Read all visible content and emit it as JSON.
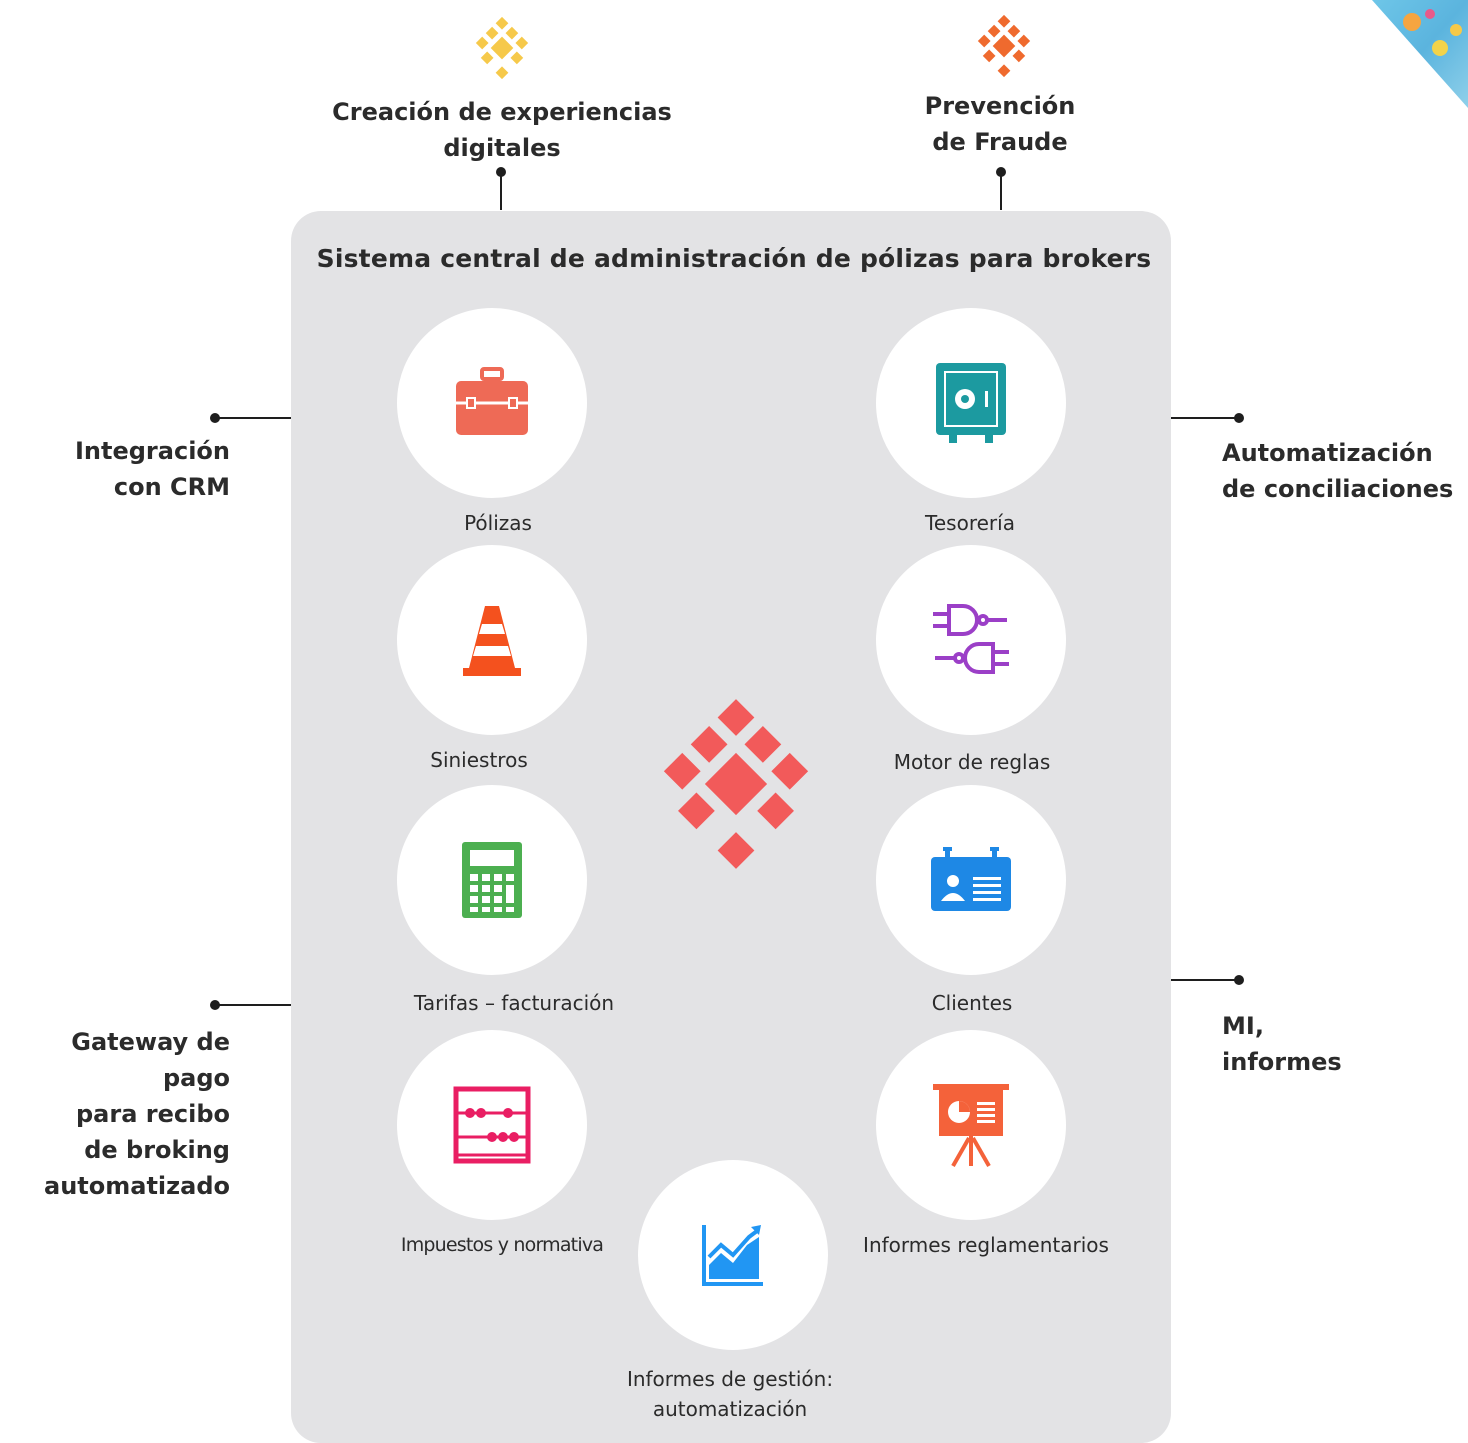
{
  "panel": {
    "title": "Sistema central de administración de pólizas para brokers"
  },
  "external": [
    {
      "id": "digital",
      "label": "Creación de experiencias\ndigitales",
      "icon": "yellow-diamond-logo-icon",
      "color": "#f6c94a"
    },
    {
      "id": "fraud",
      "label": "Prevención\nde Fraude",
      "icon": "orange-diamond-logo-icon",
      "color": "#ef6a2e"
    },
    {
      "id": "crm",
      "label": "Integración\ncon CRM"
    },
    {
      "id": "recon",
      "label": "Automatización\nde conciliaciones"
    },
    {
      "id": "gateway",
      "label": "Gateway de pago\npara recibo\nde broking\nautomatizado"
    },
    {
      "id": "mi",
      "label": "MI,\ninformes"
    }
  ],
  "modules": [
    {
      "id": "polizas",
      "label": "Pólizas",
      "icon": "briefcase-icon",
      "color": "#ee6a56"
    },
    {
      "id": "tesoreria",
      "label": "Tesorería",
      "icon": "safe-icon",
      "color": "#1c9aa0"
    },
    {
      "id": "siniestros",
      "label": "Siniestros",
      "icon": "traffic-cone-icon",
      "color": "#f4511e"
    },
    {
      "id": "motor",
      "label": "Motor de reglas",
      "icon": "plug-connector-icon",
      "color": "#9b3fc7"
    },
    {
      "id": "tarifas",
      "label": "Tarifas – facturación",
      "icon": "calculator-icon",
      "color": "#4caf50"
    },
    {
      "id": "clientes",
      "label": "Clientes",
      "icon": "id-card-icon",
      "color": "#1e88e5"
    },
    {
      "id": "impuestos",
      "label": "Impuestos y normativa",
      "icon": "abacus-icon",
      "color": "#e91e63"
    },
    {
      "id": "reglamentarios",
      "label": "Informes reglamentarios",
      "icon": "presentation-board-icon",
      "color": "#f4623a"
    },
    {
      "id": "gestion",
      "label": "Informes de gestión:\nautomatización",
      "icon": "growth-chart-icon",
      "color": "#2196f3"
    }
  ],
  "center_logo": {
    "icon": "red-diamond-logo-icon",
    "color": "#f25a5a"
  }
}
